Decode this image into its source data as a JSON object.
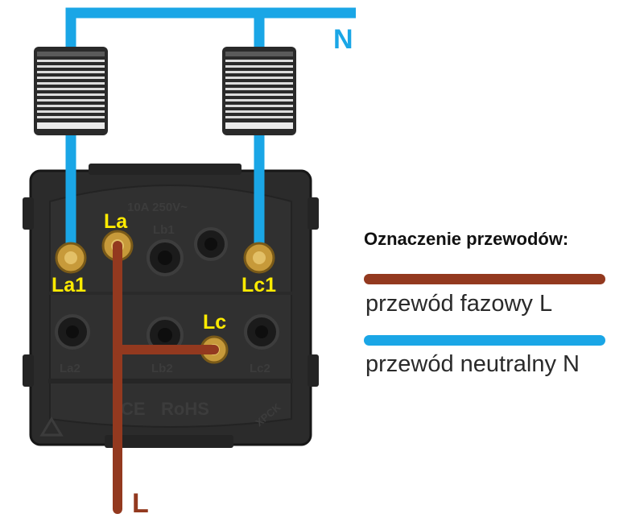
{
  "colors": {
    "neutral_wire": "#1aa6e6",
    "phase_wire": "#93391f",
    "terminal_label": "#ffeb00",
    "body": "#2b2b2b",
    "body_edge": "#1a1a1a"
  },
  "wire_labels": {
    "neutral": "N",
    "phase": "L"
  },
  "terminals": {
    "la": "La",
    "la1": "La1",
    "lc": "Lc",
    "lc1": "Lc1"
  },
  "embossed": {
    "rating": "10A  250V~",
    "lb1": "Lb1",
    "la2": "La2",
    "lb2": "Lb2",
    "lc2": "Lc2",
    "ce": "CE",
    "rohs": "RoHS",
    "brand": "XPCK"
  },
  "legend": {
    "title": "Oznaczenie przewodów:",
    "items": [
      {
        "label": "przewód fazowy L",
        "color": "#93391f"
      },
      {
        "label": "przewód neutralny N",
        "color": "#1aa6e6"
      }
    ]
  }
}
